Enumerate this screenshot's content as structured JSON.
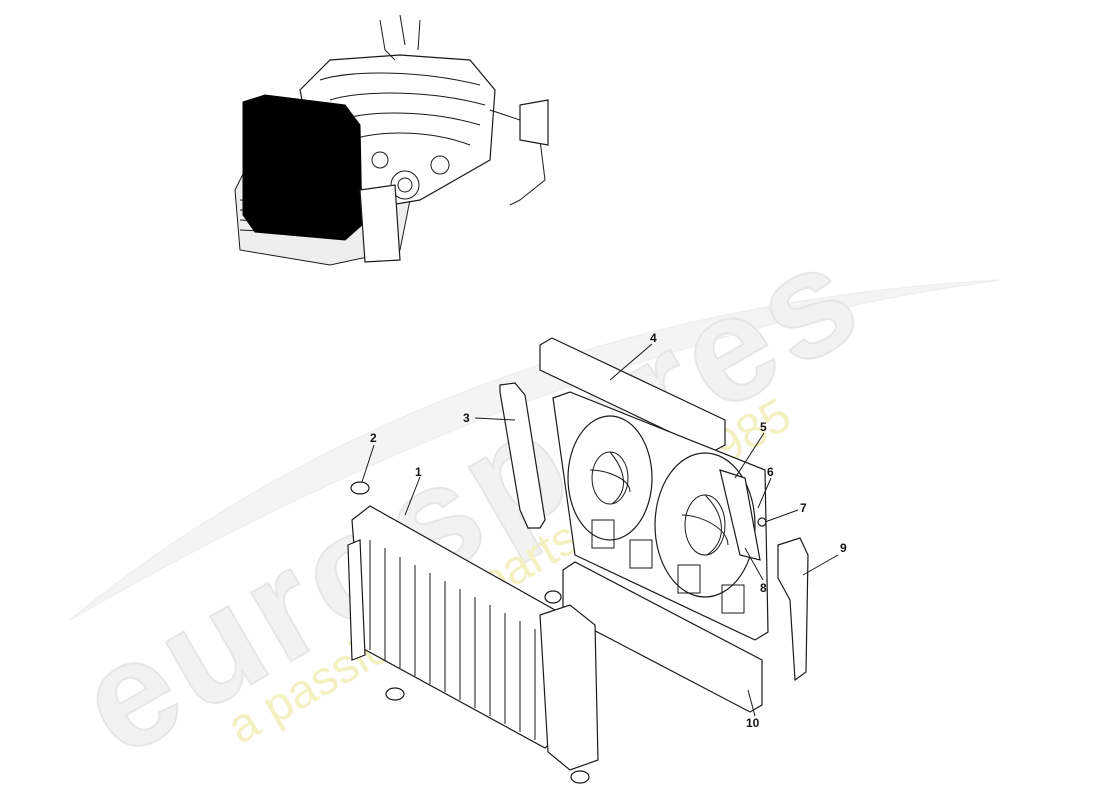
{
  "watermark": {
    "brand": "eurospares",
    "tagline": "a passion for parts since 1985"
  },
  "callouts": [
    {
      "id": "1",
      "label": "1"
    },
    {
      "id": "2",
      "label": "2"
    },
    {
      "id": "3",
      "label": "3"
    },
    {
      "id": "4",
      "label": "4"
    },
    {
      "id": "5",
      "label": "5"
    },
    {
      "id": "6",
      "label": "6"
    },
    {
      "id": "7",
      "label": "7"
    },
    {
      "id": "8",
      "label": "8"
    },
    {
      "id": "9",
      "label": "9"
    },
    {
      "id": "10",
      "label": "10"
    }
  ]
}
